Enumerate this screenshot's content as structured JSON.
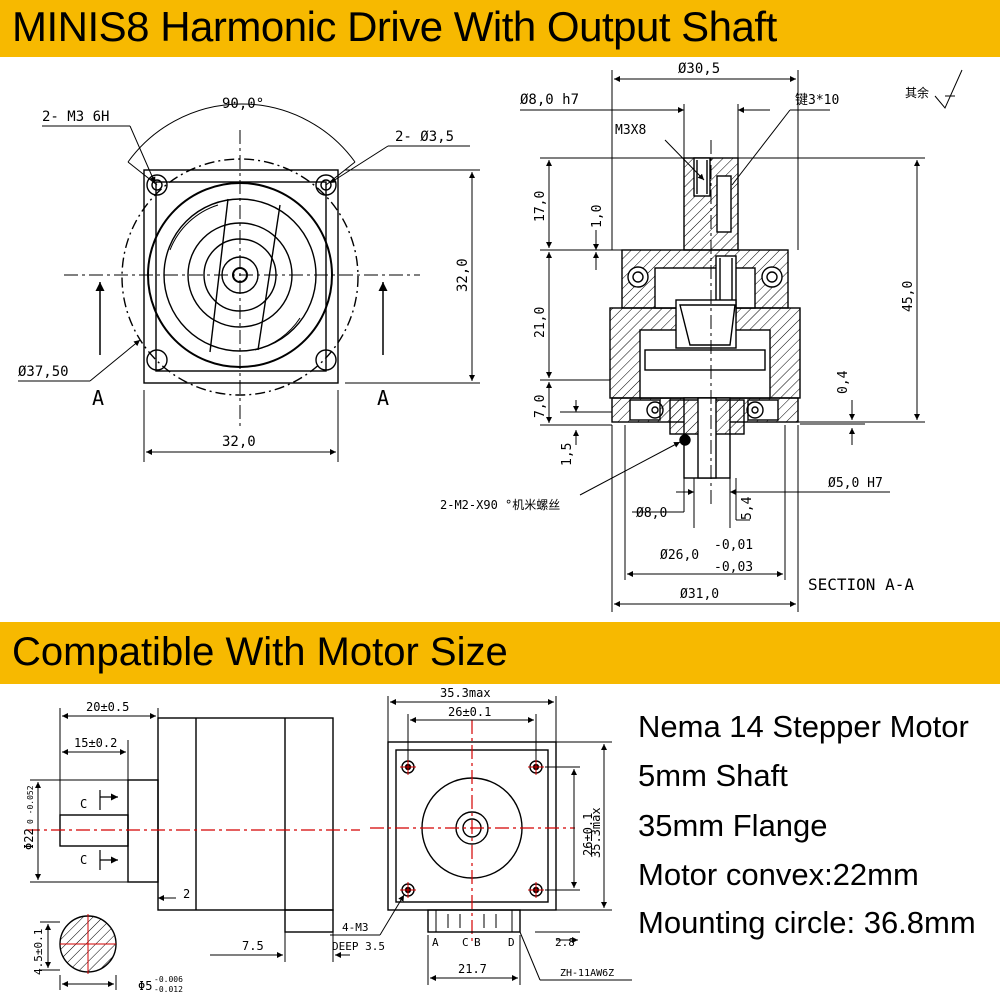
{
  "banners": {
    "top": "MINIS8 Harmonic Drive With Output Shaft",
    "bottom": "Compatible With Motor Size"
  },
  "front_view": {
    "hole_label": "2- M3 6H",
    "angle_label": "90,0°",
    "through_hole_label": "2- Ø3,5",
    "circle_dia_label": "Ø37,50",
    "height_label": "32,0",
    "width_label": "32,0",
    "section_mark_left": "A",
    "section_mark_right": "A"
  },
  "section_view": {
    "top_dia": "Ø30,5",
    "shaft_dia": "Ø8,0 h7",
    "surface_note": "其余",
    "key_note": "键3*10",
    "screw_label": "M3X8",
    "dim_17": "17,0",
    "dim_1": "1,0",
    "dim_21": "21,0",
    "dim_7": "7,0",
    "dim_15": "1,5",
    "dim_45": "45,0",
    "dim_04": "0,4",
    "screw_note": "2-M2-X90 °机米螺丝",
    "dim_d5": "Ø5,0 H7",
    "dim_d8": "Ø8,0",
    "dim_54": "5,4",
    "dim_d26": "Ø26,0",
    "tol_upper": "-0,01",
    "tol_lower": "-0,03",
    "dim_d31": "Ø31,0",
    "section_label": "SECTION A-A"
  },
  "motor_side": {
    "dim_20": "20±0.5",
    "dim_15": "15±0.2",
    "dim_phi22": "Φ22",
    "dim_phi22_tol": "0\n-0.052",
    "dim_2": "2",
    "section_c1": "C",
    "section_c2": "C",
    "dim_75": "7.5",
    "dim_45": "4.5±0.1",
    "dim_phi5": "Φ5",
    "dim_phi5_tol": "-0.006\n-0.012"
  },
  "motor_front": {
    "dim_353": "35.3max",
    "dim_26": "26±0.1",
    "dim_26_v": "26±0.1",
    "dim_353_v": "35.3max",
    "holes_note": "4-M3",
    "depth_note": "DEEP 3.5",
    "pin_a": "A",
    "pin_c": "C",
    "pin_b": "B",
    "pin_d": "D",
    "dim_28": "2.8",
    "dim_217": "21.7",
    "connector": "ZH-11AW6Z"
  },
  "specs": [
    "Nema 14 Stepper Motor",
    "5mm Shaft",
    "35mm Flange",
    "Motor convex:22mm",
    "Mounting circle: 36.8mm"
  ],
  "colors": {
    "banner": "#f7b900",
    "centerline": "#d40000",
    "ink": "#000000"
  }
}
